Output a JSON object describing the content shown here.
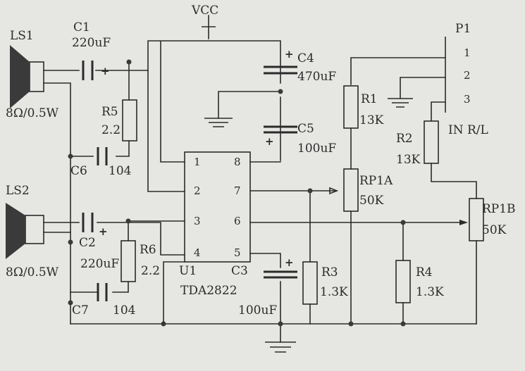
{
  "diagram": {
    "vcc": "VCC",
    "ls1": "LS1",
    "ls1_spec": "8Ω/0.5W",
    "ls2": "LS2",
    "ls2_spec": "8Ω/0.5W",
    "c1": "C1",
    "c1_val": "220uF",
    "c2": "C2",
    "c2_val": "220uF",
    "c3": "C3",
    "c3_val": "100uF",
    "c4": "C4",
    "c4_val": "470uF",
    "c5": "C5",
    "c5_val": "100uF",
    "c6": "C6",
    "c6_val": "104",
    "c7": "C7",
    "c7_val": "104",
    "r1": "R1",
    "r1_val": "13K",
    "r2": "R2",
    "r2_val": "13K",
    "r3": "R3",
    "r3_val": "1.3K",
    "r4": "R4",
    "r4_val": "1.3K",
    "r5": "R5",
    "r5_val": "2.2",
    "r6": "R6",
    "r6_val": "2.2",
    "rp1a": "RP1A",
    "rp1a_val": "50K",
    "rp1b": "RP1B",
    "rp1b_val": "50K",
    "ic_ref": "U1",
    "ic_part": "TDA2822",
    "p1": "P1",
    "p1_pins": [
      "1",
      "2",
      "3"
    ],
    "p1_label": "IN R/L",
    "ic_pins": [
      "1",
      "2",
      "3",
      "4",
      "8",
      "7",
      "6",
      "5"
    ],
    "plus": "+"
  }
}
